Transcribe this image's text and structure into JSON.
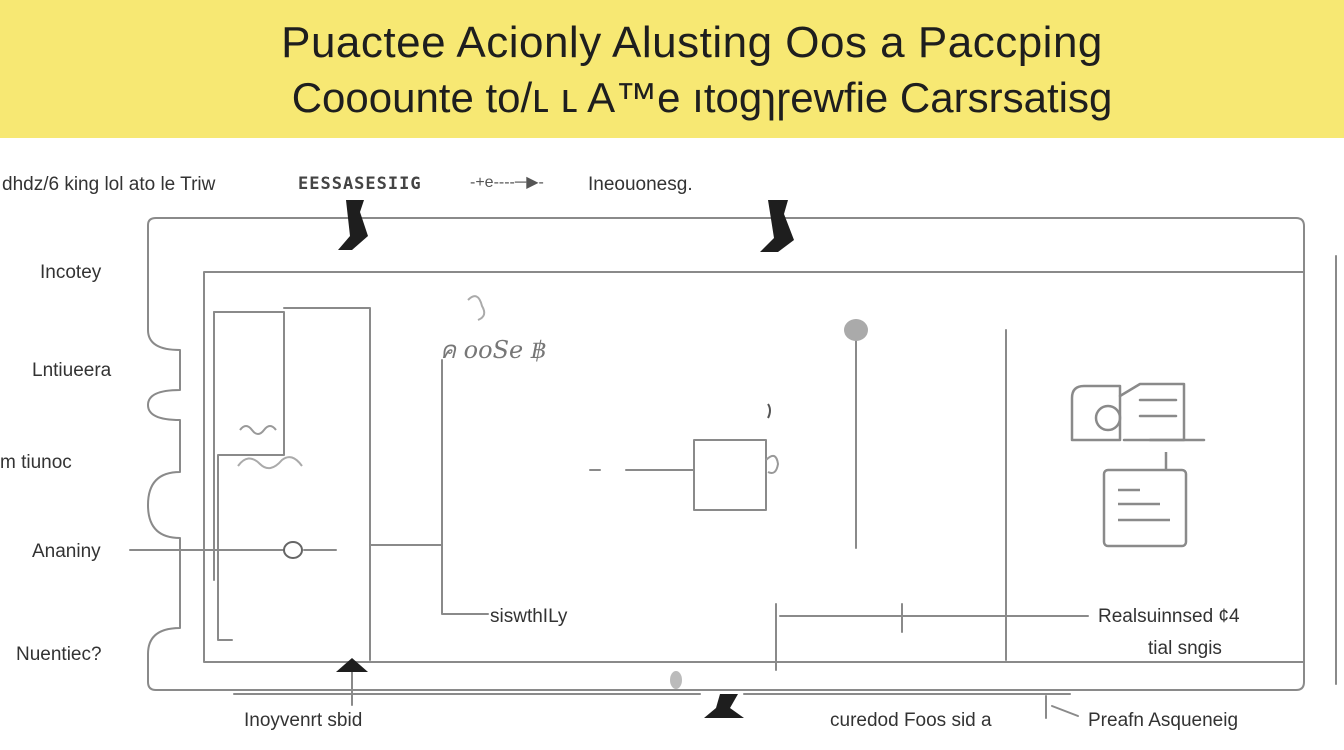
{
  "title": {
    "line1": "Puactee Acionly Alusting Oos a Paccping",
    "line2": "Cooounte to/ʟ ʟ A™e ıtogɿɼewfie Carsrsatisg"
  },
  "top_row": {
    "left_text": "dhdz/6 king lol ato le Triw",
    "code_text": "EESSASESIIG",
    "arrow_text": "-+e----─▶-",
    "right_text": "Ineouonesg."
  },
  "side_labels": [
    "Incotey",
    "Lntiueera",
    "m tiunoc",
    "Ananiny",
    "Nuentiec?"
  ],
  "inner": {
    "swirl_text": "ค ooSe ฿",
    "bottom_text": "siswthILy"
  },
  "right_labels": {
    "line1": "Realsuinnsed ¢4",
    "line2": "tial sngis"
  },
  "bottom_labels": {
    "left": "Inoyvenrt sbid",
    "middle": "curedod Foos sid a",
    "right": "Preafn Asqueneig"
  },
  "colors": {
    "banner": "#f7e873",
    "line": "#8a8a8a",
    "ink": "#1e1e1e"
  }
}
